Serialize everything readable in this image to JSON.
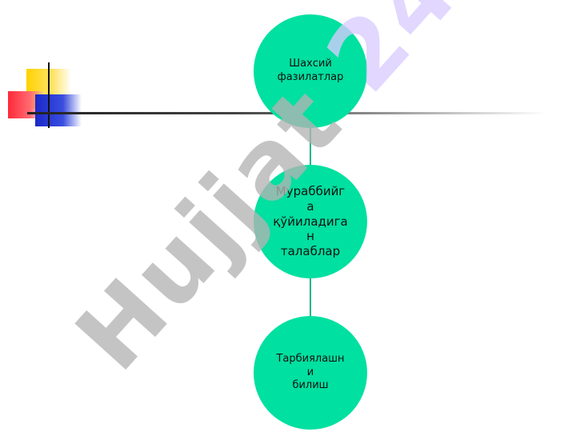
{
  "diagram": {
    "nodes": [
      {
        "id": "top",
        "label": "Шахсий\nфазилатлар"
      },
      {
        "id": "center",
        "label": "Мураббийг\nа\nқўйиладига\nн\nталаблар"
      },
      {
        "id": "bottom",
        "label": "Тарбиялашн\nи\nбилиш"
      }
    ],
    "connector_color": "#1bb58a",
    "node_color": "#00e0a0"
  },
  "watermark": {
    "text": "Hujjat 24",
    "color": "#b3b3b3",
    "accent_color": "#d9ccff"
  },
  "ornament": {
    "colors": [
      "#ffd200",
      "#ff2a3a",
      "#1a28c8"
    ]
  }
}
